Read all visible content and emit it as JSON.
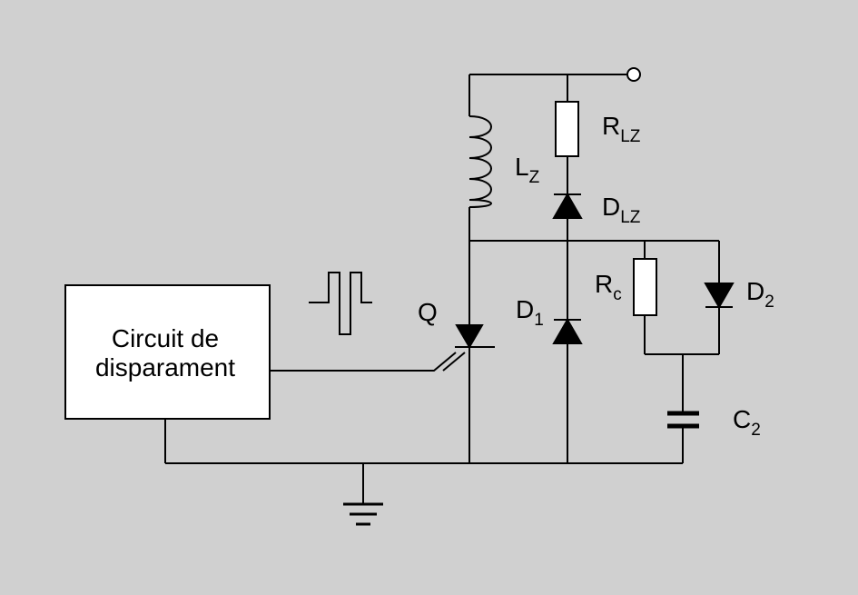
{
  "colors": {
    "background": "#d0d0d0",
    "line": "#000000",
    "component_fill": "#ffffff"
  },
  "block": {
    "line1": "Circuit de",
    "line2": "disparament"
  },
  "labels": {
    "rlz": {
      "main": "R",
      "sub": "LZ"
    },
    "lz": {
      "main": "L",
      "sub": "Z"
    },
    "dlz": {
      "main": "D",
      "sub": "LZ"
    },
    "rc": {
      "main": "R",
      "sub": "c"
    },
    "d2": {
      "main": "D",
      "sub": "2"
    },
    "q": {
      "main": "Q"
    },
    "d1": {
      "main": "D",
      "sub": "1"
    },
    "c2": {
      "main": "C",
      "sub": "2"
    }
  }
}
